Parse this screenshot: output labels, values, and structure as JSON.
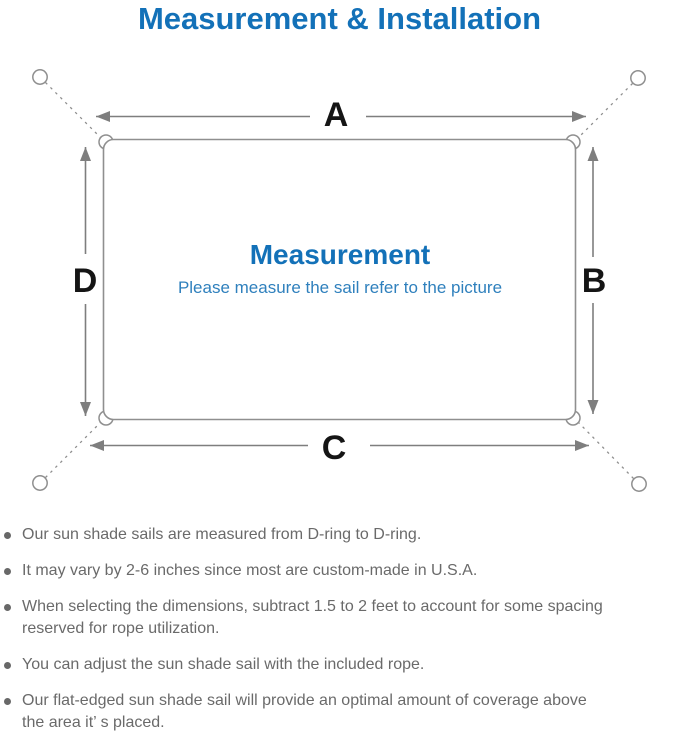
{
  "title": "Measurement & Installation",
  "diagram": {
    "label_a": "A",
    "label_b": "B",
    "label_c": "C",
    "label_d": "D",
    "center_title": "Measurement",
    "center_subtitle": "Please measure the sail refer to the picture"
  },
  "colors": {
    "title_blue": "#1371b8",
    "subtitle_blue": "#2f80bd",
    "diagram_gray": "#8f8f8f",
    "arrow_gray": "#7e7e7e",
    "label_black": "#151515",
    "bullet_text_gray": "#6a6a6a"
  },
  "bullets": [
    "Our sun shade sails are measured from D-ring to D-ring.",
    "It may vary by 2-6 inches since most are custom-made in U.S.A.",
    "When selecting the dimensions, subtract 1.5 to 2 feet to account for some spacing\nreserved for rope utilization.",
    "You can adjust the sun shade sail with the included rope.",
    "Our flat-edged sun shade sail will provide an optimal amount of coverage above\nthe area it’ s placed."
  ]
}
